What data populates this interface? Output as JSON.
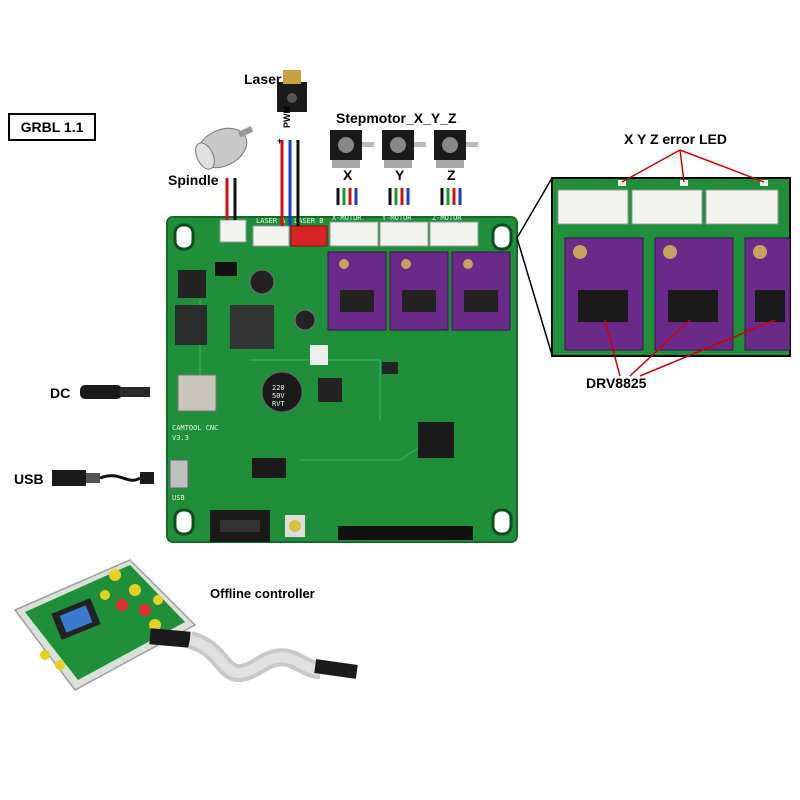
{
  "badge": "GRBL 1.1",
  "labels": {
    "laser": "Laser",
    "spindle": "Spindle",
    "stepmotor": "Stepmotor_X_Y_Z",
    "axis_x": "X",
    "axis_y": "Y",
    "axis_z": "Z",
    "pwm_plus": "+",
    "pwm": "PWM",
    "pwm_minus": "-",
    "error_led": "X Y Z error LED",
    "driver": "DRV8825",
    "dc": "DC",
    "usb": "USB",
    "offline": "Offline controller"
  },
  "silkscreen": {
    "board_name": "CAMTOOL CNC",
    "version": "V3.3",
    "laser_a": "LASER A",
    "laser_b": "LASER B",
    "x_motor": "X-MOTOR",
    "y_motor": "Y-MOTOR",
    "z_motor": "Z-MOTOR",
    "usb": "USB",
    "cap_text_1": "220",
    "cap_text_2": "50V",
    "cap_text_3": "RVT"
  },
  "colors": {
    "pcb": "#1f8f3a",
    "pcb_dark": "#17702c",
    "driver": "#6a2a8a",
    "wire_red": "#d01010",
    "wire_black": "#111111",
    "wire_blue": "#1a3ad0",
    "wire_green": "#1a9a2a",
    "callout": "#d00000"
  }
}
